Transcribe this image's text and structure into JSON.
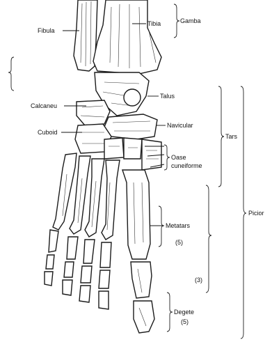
{
  "labels": {
    "fibula": "Fibula",
    "tibia": "Tibia",
    "gamba": "Gamba",
    "calcaneu": "Calcaneu",
    "talus": "Talus",
    "cuboid": "Cuboid",
    "navicular": "Navicular",
    "tars": "Tars",
    "oase": "Oase",
    "cuneiforme": "cuneiforme",
    "metatars": "Metatars",
    "metatars_count": "(5)",
    "picior": "Picior",
    "falange_count": "(3)",
    "degete": "Degete",
    "degete_count": "(5)"
  },
  "colors": {
    "bone_fill": "#ffffff",
    "ink": "#1a1a1a"
  }
}
